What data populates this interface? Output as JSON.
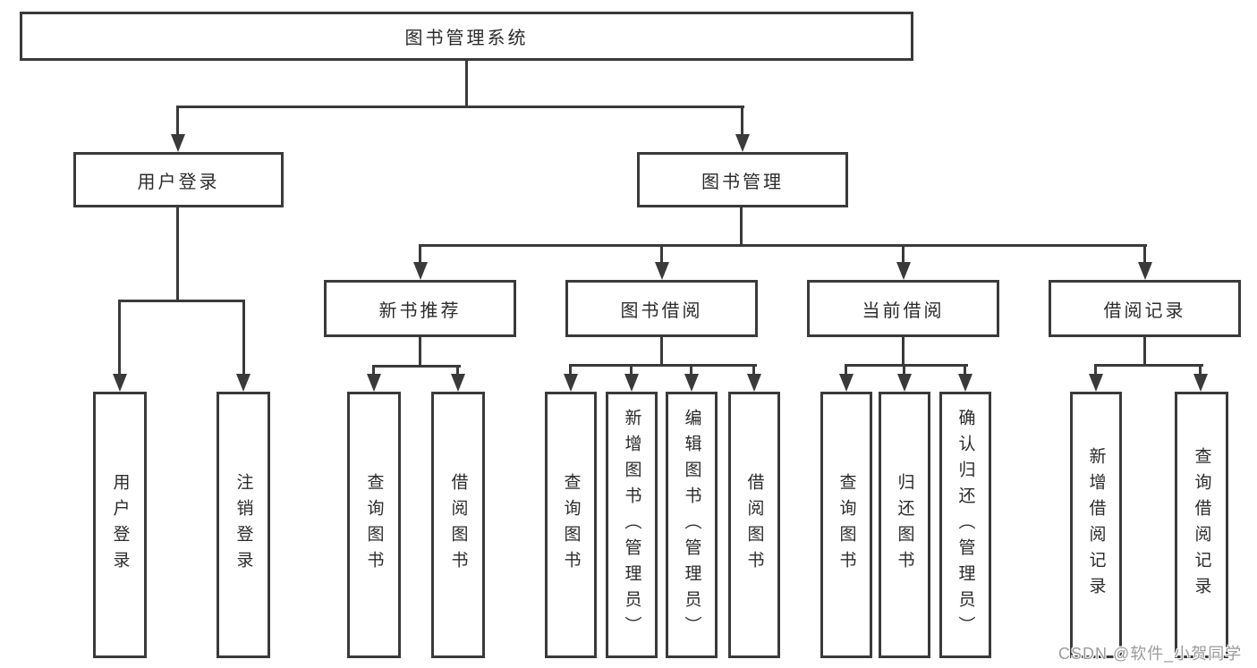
{
  "title": "图书管理系统",
  "tree": {
    "root": "图书管理系统",
    "children": [
      {
        "label": "用户登录",
        "children": [
          {
            "label": "用户登录"
          },
          {
            "label": "注销登录"
          }
        ]
      },
      {
        "label": "图书管理",
        "children": [
          {
            "label": "新书推荐",
            "children": [
              {
                "label": "查询图书"
              },
              {
                "label": "借阅图书"
              }
            ]
          },
          {
            "label": "图书借阅",
            "children": [
              {
                "label": "查询图书"
              },
              {
                "label": "新增图书（管理员）"
              },
              {
                "label": "编辑图书（管理员）"
              },
              {
                "label": "借阅图书"
              }
            ]
          },
          {
            "label": "当前借阅",
            "children": [
              {
                "label": "查询图书"
              },
              {
                "label": "归还图书"
              },
              {
                "label": "确认归还（管理员）"
              }
            ]
          },
          {
            "label": "借阅记录",
            "children": [
              {
                "label": "新增借阅记录"
              },
              {
                "label": "查询借阅记录"
              }
            ]
          }
        ]
      }
    ]
  },
  "watermark": {
    "text": "CSDN @软件_小贺同学"
  },
  "colors": {
    "line": "#3a3a3a",
    "text": "#2b2b2b",
    "watermark": "#9b9b9b",
    "background": "#ffffff"
  }
}
